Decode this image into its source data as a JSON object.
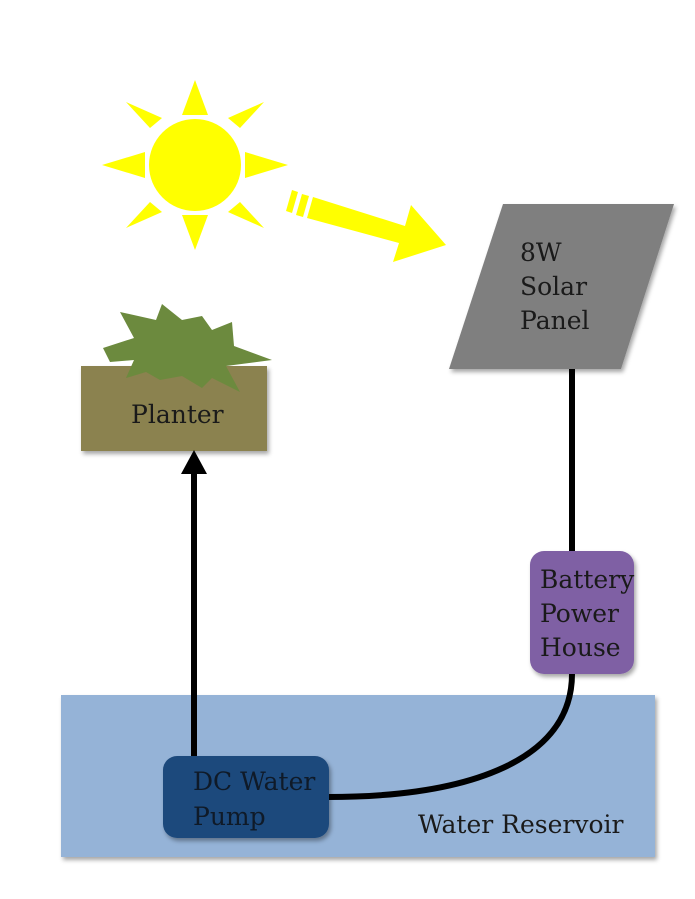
{
  "labels": {
    "solar_panel": [
      "8W",
      "Solar",
      "Panel"
    ],
    "planter": "Planter",
    "battery": [
      "Battery",
      "Power",
      "House"
    ],
    "pump": [
      "DC Water",
      "Pump"
    ],
    "reservoir": "Water Reservoir"
  },
  "colors": {
    "sun": "#ffff00",
    "sun_arrow": "#ffff00",
    "solar_panel": "#7f7f7f",
    "planter": "#8b8250",
    "plant": "#6c8a3e",
    "battery": "#7f60a4",
    "pump": "#1f4a7c",
    "reservoir": "#95b3d7",
    "pipe": "#000000"
  }
}
